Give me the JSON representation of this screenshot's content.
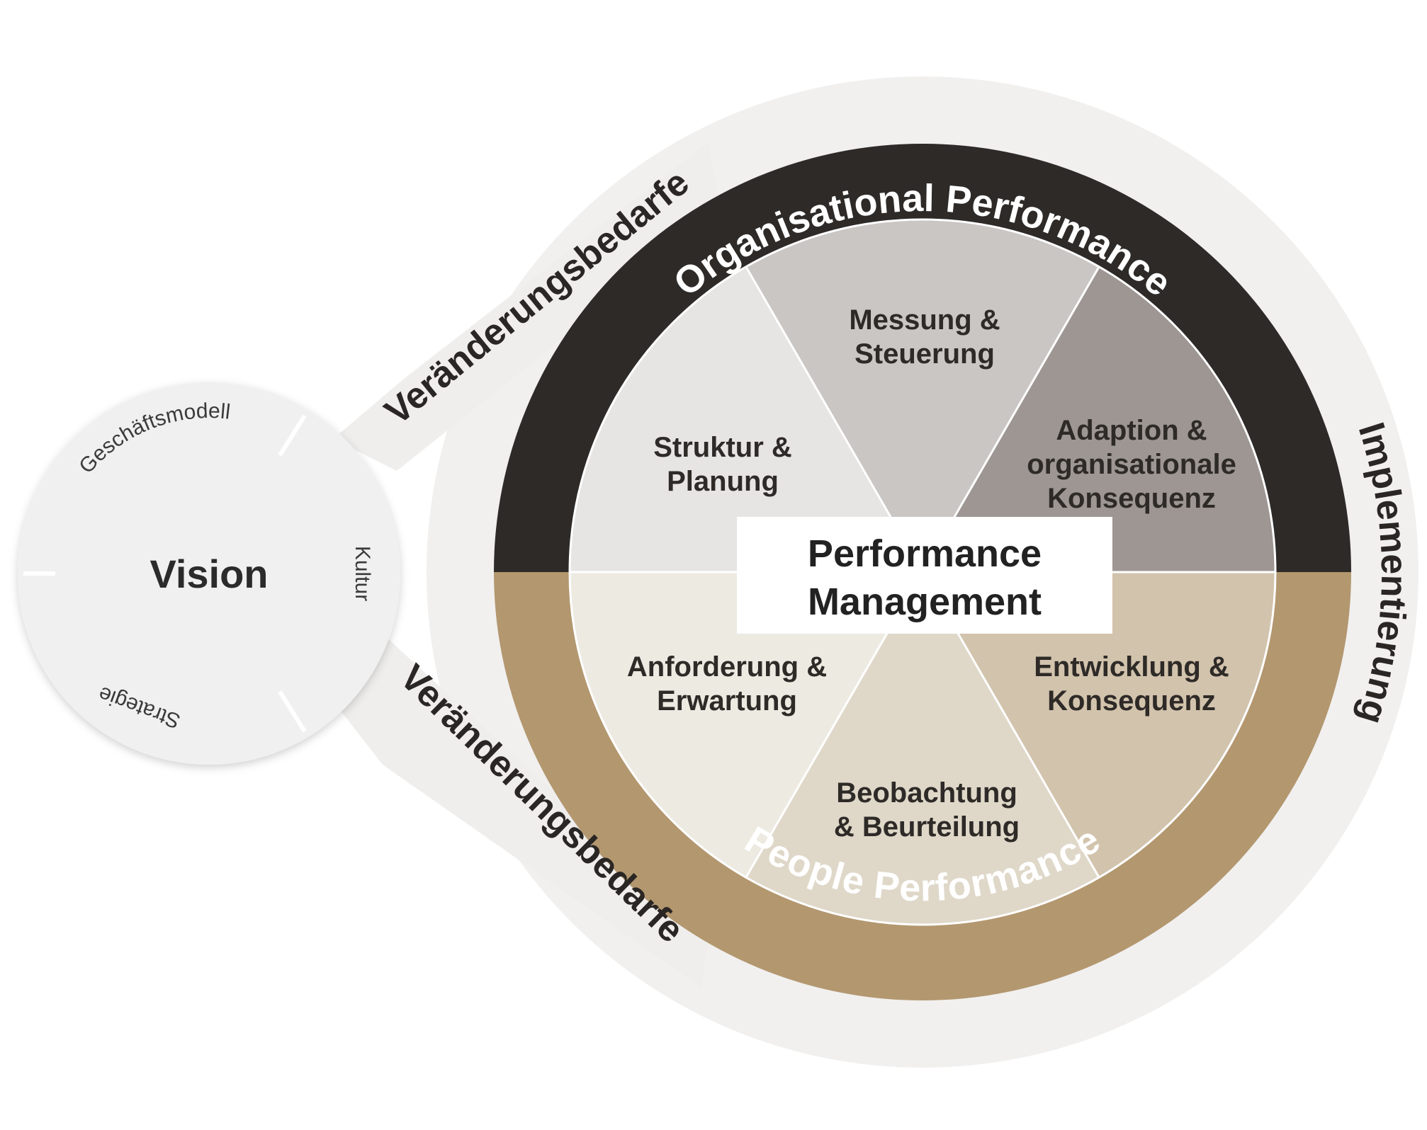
{
  "colors": {
    "outer_halo": "#f1f0ef",
    "band": "#efeeed",
    "ring_top": "#2d2a28",
    "ring_bottom": "#b3976f",
    "seg_struktur": "#e7e5e4",
    "seg_messung": "#cac6c4",
    "seg_adaption": "#9d9692",
    "seg_anforderung": "#edeae2",
    "seg_beobachtung": "#dfd8c9",
    "seg_entwicklung": "#d2c3ad",
    "vision_circle": "#f0f0f0",
    "center_box": "#ffffff"
  },
  "vision": {
    "title": "Vision",
    "items": [
      "Geschäftsmodell",
      "Kultur",
      "Strategie"
    ]
  },
  "bands": {
    "upper": "Veränderungsbedarfe",
    "lower": "Veränderungsbedarfe",
    "right": "Implementierung"
  },
  "ring": {
    "top": "Organisational Performance",
    "bottom": "People Performance"
  },
  "center": {
    "line1": "Performance",
    "line2": "Management"
  },
  "segments": {
    "struktur": [
      "Struktur &",
      "Planung"
    ],
    "messung": [
      "Messung &",
      "Steuerung"
    ],
    "adaption": [
      "Adaption &",
      "organisationale",
      "Konsequenz"
    ],
    "anforderung": [
      "Anforderung &",
      "Erwartung"
    ],
    "beobachtung": [
      "Beobachtung",
      "& Beurteilung"
    ],
    "entwicklung": [
      "Entwicklung &",
      "Konsequenz"
    ]
  }
}
